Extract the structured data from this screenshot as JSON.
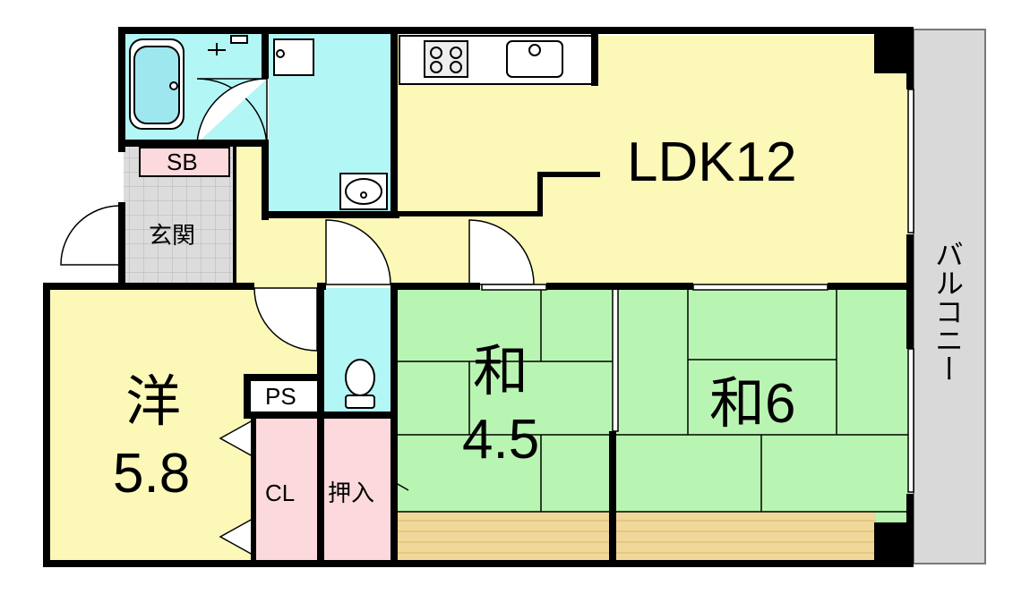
{
  "rooms": {
    "ldk": "LDK12",
    "western_name": "洋",
    "western_size": "5.8",
    "japanese_a_name": "和",
    "japanese_a_size": "4.5",
    "japanese_b": "和6",
    "entrance": "玄関",
    "shoe_box": "SB",
    "pipe_space": "PS",
    "closet": "CL",
    "oshiire": "押入",
    "balcony": "バルコニー"
  },
  "colors": {
    "ldk": "#fbf8b8",
    "western": "#fbf8b8",
    "japanese": "#b9f5b2",
    "water": "#b3f6f6",
    "storage": "#fcd9dc",
    "entrance_tile": "#dcdcdc",
    "balcony": "#d9d9d9",
    "tokonoma": "#f0d79a",
    "wall": "#000000"
  }
}
